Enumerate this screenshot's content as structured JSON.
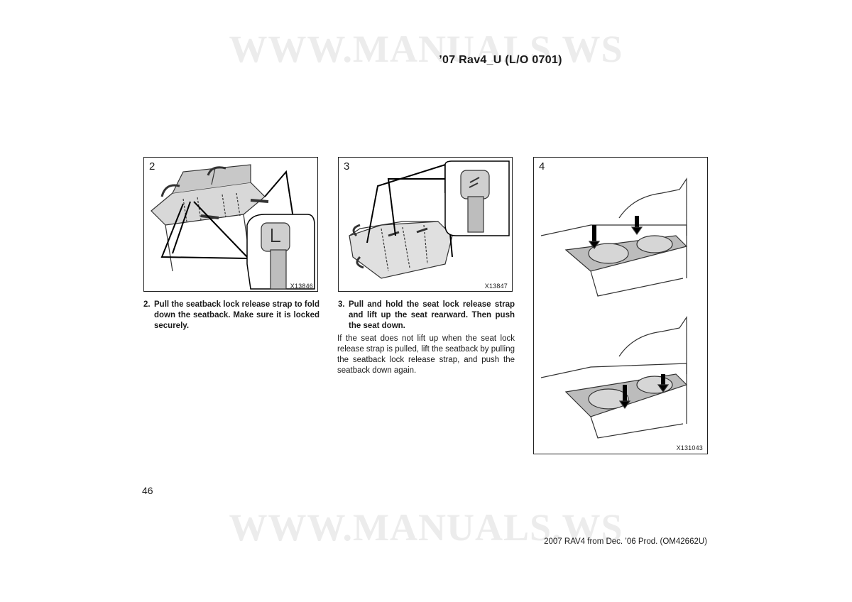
{
  "watermark": "WWW.MANUALS.WS",
  "header": {
    "code": "’07 Rav4_U (L/O 0701)"
  },
  "figures": [
    {
      "number": "2",
      "code": "X13846"
    },
    {
      "number": "3",
      "code": "X13847"
    },
    {
      "number": "4",
      "code": "X131043"
    }
  ],
  "steps": [
    {
      "number": "2.",
      "text": "Pull the seatback lock release strap to fold down the seatback. Make sure it is locked securely."
    },
    {
      "number": "3.",
      "text": "Pull and hold the seat lock release strap and lift up the seat rearward. Then push the seat down."
    }
  ],
  "note": "If the seat does not lift up when the seat lock release strap is pulled, lift the seatback by pulling the seatback lock release strap, and push the seatback down again.",
  "page_number": "46",
  "footer": "2007 RAV4 from Dec. ’06 Prod. (OM42662U)"
}
